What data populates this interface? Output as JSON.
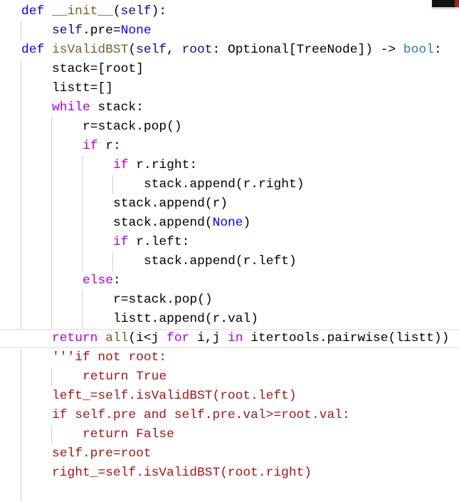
{
  "editor": {
    "current_line": 17,
    "lines": [
      {
        "indent": 0,
        "tokens": [
          [
            "def",
            "kw"
          ],
          [
            " ",
            "plain"
          ],
          [
            "__init__",
            "fn"
          ],
          [
            "(",
            "plain"
          ],
          [
            "self",
            "var"
          ],
          [
            "):",
            "plain"
          ]
        ]
      },
      {
        "indent": 1,
        "tokens": [
          [
            "self",
            "var"
          ],
          [
            ".pre=",
            "plain"
          ],
          [
            "None",
            "kw"
          ]
        ]
      },
      {
        "indent": 0,
        "tokens": [
          [
            "def",
            "kw"
          ],
          [
            " ",
            "plain"
          ],
          [
            "isValidBST",
            "fn"
          ],
          [
            "(",
            "plain"
          ],
          [
            "self",
            "var"
          ],
          [
            ", ",
            "plain"
          ],
          [
            "root",
            "var"
          ],
          [
            ": Optional[TreeNode]) -> ",
            "plain"
          ],
          [
            "bool",
            "type"
          ],
          [
            ":",
            "plain"
          ]
        ]
      },
      {
        "indent": 1,
        "tokens": [
          [
            "stack=[root]",
            "plain"
          ]
        ]
      },
      {
        "indent": 1,
        "tokens": [
          [
            "listt=[]",
            "plain"
          ]
        ]
      },
      {
        "indent": 1,
        "tokens": [
          [
            "while",
            "ctl"
          ],
          [
            " stack:",
            "plain"
          ]
        ]
      },
      {
        "indent": 2,
        "tokens": [
          [
            "r=stack.pop()",
            "plain"
          ]
        ]
      },
      {
        "indent": 2,
        "tokens": [
          [
            "if",
            "ctl"
          ],
          [
            " r:",
            "plain"
          ]
        ]
      },
      {
        "indent": 3,
        "tokens": [
          [
            "if",
            "ctl"
          ],
          [
            " r.right:",
            "plain"
          ]
        ]
      },
      {
        "indent": 4,
        "tokens": [
          [
            "stack.append(r.right)",
            "plain"
          ]
        ]
      },
      {
        "indent": 3,
        "tokens": [
          [
            "stack.append(r)",
            "plain"
          ]
        ]
      },
      {
        "indent": 3,
        "tokens": [
          [
            "stack.append(",
            "plain"
          ],
          [
            "None",
            "kw"
          ],
          [
            ")",
            "plain"
          ]
        ]
      },
      {
        "indent": 3,
        "tokens": [
          [
            "if",
            "ctl"
          ],
          [
            " r.left:",
            "plain"
          ]
        ]
      },
      {
        "indent": 4,
        "tokens": [
          [
            "stack.append(r.left)",
            "plain"
          ]
        ]
      },
      {
        "indent": 2,
        "tokens": [
          [
            "else",
            "ctl"
          ],
          [
            ":",
            "plain"
          ]
        ]
      },
      {
        "indent": 3,
        "tokens": [
          [
            "r=stack.pop()",
            "plain"
          ]
        ]
      },
      {
        "indent": 3,
        "tokens": [
          [
            "listt.append(r.val)",
            "plain"
          ]
        ]
      },
      {
        "indent": 1,
        "tokens": [
          [
            "return",
            "ctl"
          ],
          [
            " ",
            "plain"
          ],
          [
            "all",
            "fn"
          ],
          [
            "(i<j ",
            "plain"
          ],
          [
            "for",
            "ctl"
          ],
          [
            " i,j ",
            "plain"
          ],
          [
            "in",
            "ctl"
          ],
          [
            " itertools.pairwise(listt))",
            "plain"
          ]
        ]
      },
      {
        "indent": 1,
        "tokens": [
          [
            "'''if not root:",
            "str"
          ]
        ]
      },
      {
        "indent": 2,
        "tokens": [
          [
            "return True",
            "str"
          ]
        ]
      },
      {
        "indent": 1,
        "tokens": [
          [
            "left_=self.isValidBST(root.left)",
            "str"
          ]
        ]
      },
      {
        "indent": 1,
        "tokens": [
          [
            "if self.pre and self.pre.val>=root.val:",
            "str"
          ]
        ]
      },
      {
        "indent": 2,
        "tokens": [
          [
            "return False",
            "str"
          ]
        ]
      },
      {
        "indent": 1,
        "tokens": [
          [
            "self.pre=root",
            "str"
          ]
        ]
      },
      {
        "indent": 1,
        "tokens": [
          [
            "right_=self.isValidBST(root.right)",
            "str"
          ]
        ]
      },
      {
        "indent": 1,
        "tokens": [
          [
            "",
            "str"
          ]
        ]
      }
    ]
  }
}
